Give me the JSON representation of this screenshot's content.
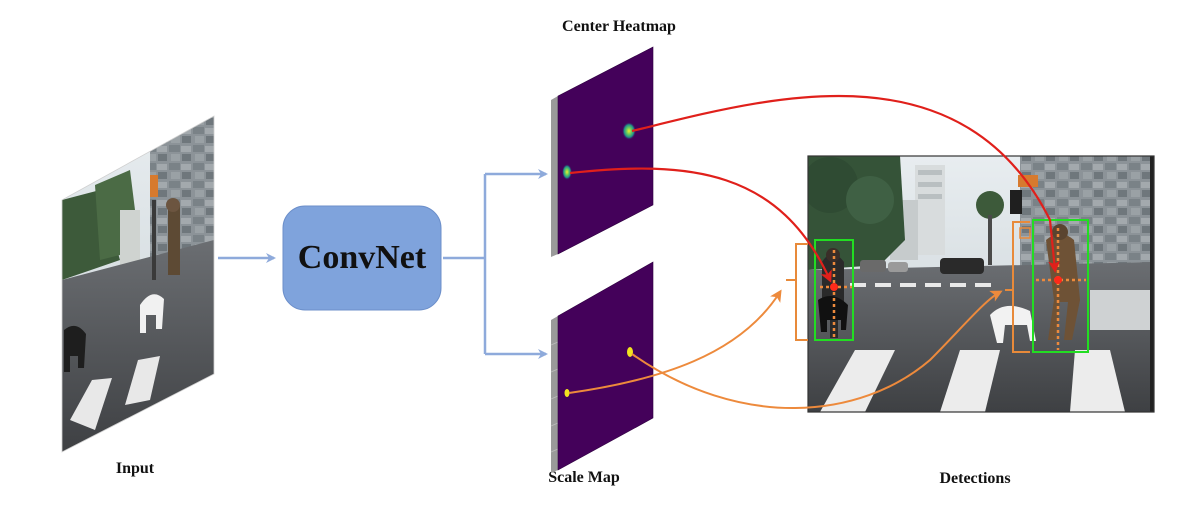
{
  "labels": {
    "input": "Input",
    "convnet": "ConvNet",
    "center_heatmap": "Center Heatmap",
    "scale_map": "Scale Map",
    "detections": "Detections"
  },
  "colors": {
    "background": "#ffffff",
    "convnet_fill": "#7fa3dc",
    "flow_arrow": "#8eaadb",
    "heatmap_fill": "#44015a",
    "center_link": "#e0201b",
    "scale_link": "#ed8a3c",
    "detection_box": "#22dd22",
    "scale_bracket": "#e88a3a",
    "center_point": "#ff2a1a",
    "heatmap_peak": "#b8e02a",
    "scale_peak": "#f1e31f"
  },
  "icons": {
    "flow_arrowhead": "arrow-right-icon",
    "center_link_arrowhead": "arrow-down-icon",
    "scale_link_arrowhead": "arrow-up-icon"
  }
}
